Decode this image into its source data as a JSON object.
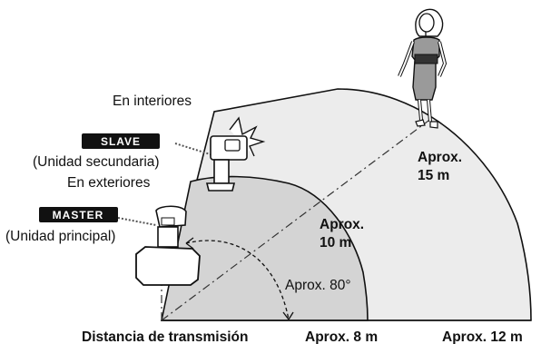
{
  "labels": {
    "indoor": "En interiores",
    "outdoor": "En exteriores",
    "slave_badge": "SLAVE",
    "slave_desc": "(Unidad secundaria)",
    "master_badge": "MASTER",
    "master_desc": "(Unidad principal)",
    "outer_range_line1": "Aprox.",
    "outer_range_line2": "15 m",
    "inner_range_line1": "Aprox.",
    "inner_range_line2": "10 m",
    "angle": "Aprox. 80°",
    "axis_title": "Distancia de transmisión",
    "axis_tick_8": "Aprox. 8 m",
    "axis_tick_12": "Aprox. 12 m"
  },
  "colors": {
    "outer_zone": "#ececec",
    "inner_zone": "#d4d4d4",
    "outline": "#111111",
    "badge_bg": "#111111",
    "badge_text": "#ffffff"
  },
  "icons": {
    "master": "camera-with-flash-icon",
    "slave": "speedlite-flash-icon",
    "subject": "woman-figure-icon"
  }
}
